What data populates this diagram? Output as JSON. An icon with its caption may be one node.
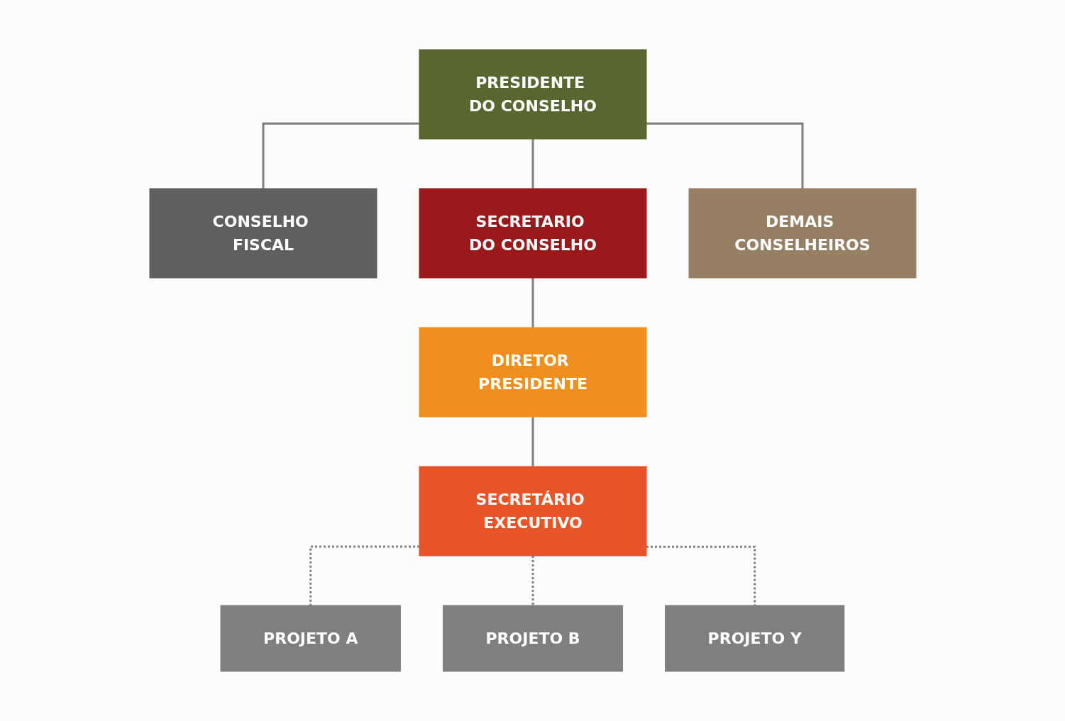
{
  "diagram": {
    "nodes": [
      {
        "text": [
          "PRESIDENTE DO CONSELHO"
        ]
      },
      {
        "text": [
          "CONSELHO FISCAL"
        ]
      },
      {
        "text": [
          "SECRETARIO DO CONSELHO"
        ]
      },
      {
        "text": [
          "DEMAIS CONSELHEIROS"
        ]
      },
      {
        "text": [
          "DIRETOR PRESIDENTE"
        ]
      },
      {
        "text": [
          "SECRETÁRIO EXECUTIVO"
        ]
      },
      {
        "text": [
          "PROJETO A"
        ]
      },
      {
        "text": [
          "PROJETO B"
        ]
      },
      {
        "text": [
          "PROJETO Y"
        ]
      }
    ],
    "edges": [
      {
        "from": 0,
        "to": 1,
        "arrow": "none"
      },
      {
        "from": 0,
        "to": 2,
        "arrow": "none"
      },
      {
        "from": 0,
        "to": 3,
        "arrow": "none"
      },
      {
        "from": 2,
        "to": 4,
        "arrow": "none"
      },
      {
        "from": 4,
        "to": 5,
        "arrow": "none"
      },
      {
        "from": 5,
        "to": 6,
        "arrow": "none",
        "style": "dashed"
      },
      {
        "from": 5,
        "to": 7,
        "arrow": "none",
        "style": "dashed"
      },
      {
        "from": 5,
        "to": 8,
        "arrow": "none",
        "style": "dashed"
      }
    ]
  }
}
